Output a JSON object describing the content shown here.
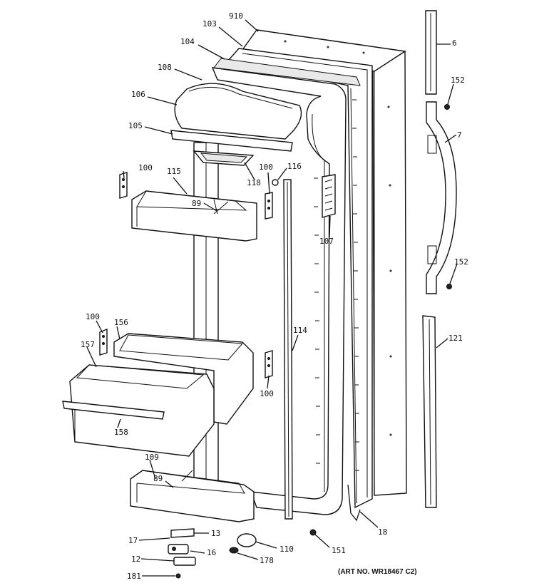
{
  "diagram": {
    "art_number": "(ART NO. WR18467 C2)",
    "labels": [
      {
        "key": "910",
        "text": "910"
      },
      {
        "key": "103",
        "text": "103"
      },
      {
        "key": "104",
        "text": "104"
      },
      {
        "key": "108",
        "text": "108"
      },
      {
        "key": "106",
        "text": "106"
      },
      {
        "key": "105",
        "text": "105"
      },
      {
        "key": "118",
        "text": "118"
      },
      {
        "key": "100a",
        "text": "100"
      },
      {
        "key": "115",
        "text": "115"
      },
      {
        "key": "100b",
        "text": "100"
      },
      {
        "key": "116",
        "text": "116"
      },
      {
        "key": "89a",
        "text": "89"
      },
      {
        "key": "107",
        "text": "107"
      },
      {
        "key": "6",
        "text": "6"
      },
      {
        "key": "152a",
        "text": "152"
      },
      {
        "key": "7",
        "text": "7"
      },
      {
        "key": "152b",
        "text": "152"
      },
      {
        "key": "121",
        "text": "121"
      },
      {
        "key": "100c",
        "text": "100"
      },
      {
        "key": "156",
        "text": "156"
      },
      {
        "key": "157",
        "text": "157"
      },
      {
        "key": "114",
        "text": "114"
      },
      {
        "key": "100d",
        "text": "100"
      },
      {
        "key": "158",
        "text": "158"
      },
      {
        "key": "109",
        "text": "109"
      },
      {
        "key": "89b",
        "text": "89"
      },
      {
        "key": "18",
        "text": "18"
      },
      {
        "key": "17",
        "text": "17"
      },
      {
        "key": "13",
        "text": "13"
      },
      {
        "key": "16",
        "text": "16"
      },
      {
        "key": "110",
        "text": "110"
      },
      {
        "key": "12",
        "text": "12"
      },
      {
        "key": "178",
        "text": "178"
      },
      {
        "key": "181",
        "text": "181"
      },
      {
        "key": "151",
        "text": "151"
      }
    ]
  }
}
